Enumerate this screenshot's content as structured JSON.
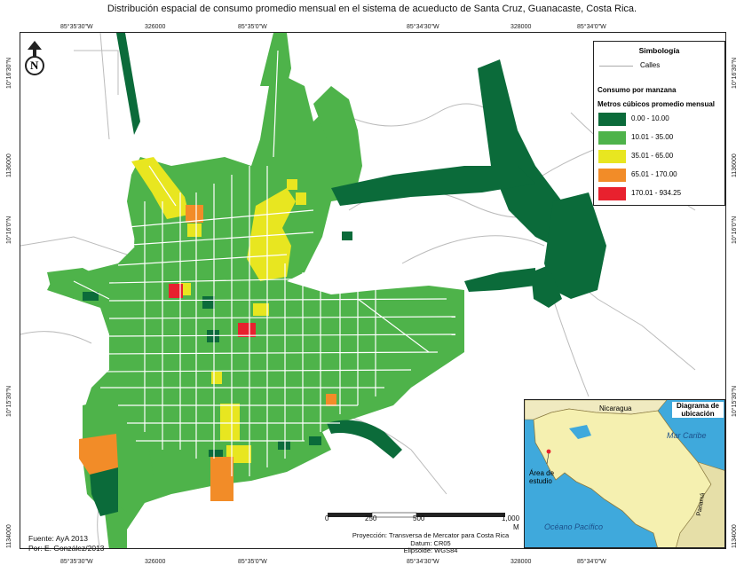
{
  "title": "Distribución espacial de consumo promedio mensual en el sistema de acueducto de Santa Cruz, Guanacaste, Costa Rica.",
  "grid": {
    "top": [
      "85°35'30\"W",
      "326000",
      "85°35'0\"W",
      "85°34'30\"W",
      "328000",
      "85°34'0\"W"
    ],
    "bottom": [
      "85°35'30\"W",
      "326000",
      "85°35'0\"W",
      "85°34'30\"W",
      "328000",
      "85°34'0\"W"
    ],
    "left": [
      "10°16'30\"N",
      "1136000",
      "10°16'0\"N",
      "10°15'30\"N",
      "1134000"
    ],
    "right": [
      "10°16'30\"N",
      "1136000",
      "10°16'0\"N",
      "10°15'30\"N",
      "1134000"
    ]
  },
  "north_arrow": "N",
  "legend": {
    "title": "Simbología",
    "streets": "Calles",
    "heading1": "Consumo por manzana",
    "heading2": "Metros cúbicos promedio mensual",
    "classes": [
      {
        "label": "0.00 - 10.00",
        "color": "#0b6b3a"
      },
      {
        "label": "10.01 - 35.00",
        "color": "#4eb34a"
      },
      {
        "label": "35.01 - 65.00",
        "color": "#e8e620"
      },
      {
        "label": "65.01 - 170.00",
        "color": "#f28c28"
      },
      {
        "label": "170.01 - 934.25",
        "color": "#e8212e"
      }
    ]
  },
  "inset": {
    "title": "Diagrama de ubicación",
    "nicaragua": "Nicaragua",
    "caribe": "Mar Caribe",
    "pacifico": "Océano Pacífico",
    "panama": "Panamá",
    "area": "Área de estudio",
    "land_color": "#f5f0b0",
    "sea_color": "#3fa9dc"
  },
  "scale": {
    "labels": [
      "0",
      "250",
      "500",
      "1,000"
    ],
    "unit": "M"
  },
  "projection": [
    "Proyección: Transversa de Mercator para Costa Rica",
    "Datum: CR05",
    "Elipsoide: WGS84"
  ],
  "credits": [
    "Fuente: AyA 2013",
    "Por: E. González/2013"
  ]
}
